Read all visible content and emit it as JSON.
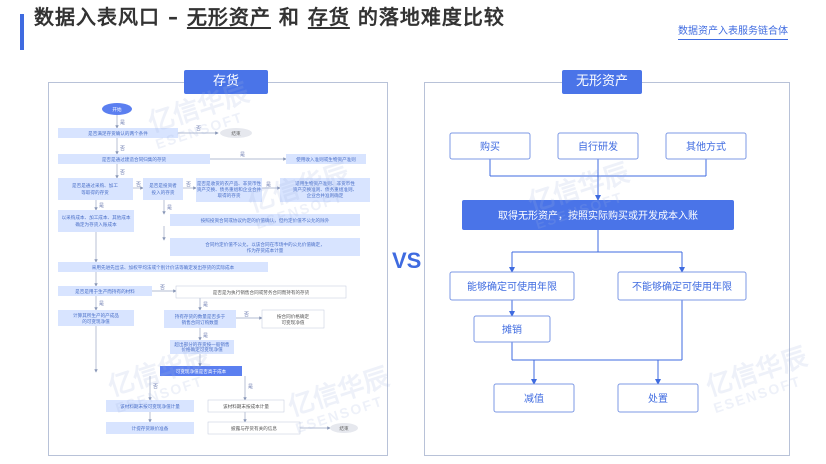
{
  "header": {
    "title_part1": "数据入表风口 – ",
    "title_intangible": "无形资产",
    "title_and": " 和 ",
    "title_inventory": "存货",
    "title_part2": " 的落地难度比较",
    "brand": "数据资产入表服务链合体"
  },
  "watermark": {
    "cn": "亿信华辰",
    "en": "ESENSOFT"
  },
  "vs": "VS",
  "inventory": {
    "title": "存货",
    "start": "开始",
    "end": "结束",
    "yes": "是",
    "no": "否",
    "q1": "是否满足存货确认的两个条件",
    "q2": "是否是通过建造合同归集的存货",
    "q2_yes": "使用收入准则或生物资产准则",
    "q3": "是否是通过采购、加工等取得的存货",
    "q4": "是否是投资者投入的存货",
    "q5": "是否是收货的农产品、非货币性资产交换、债务重组和企业合并取得的存货",
    "q5_yes": "适用生物资产准则、非货币性资产交换准则、债务重组准则、企业合并准则确定",
    "purchase": "以采购成本、加工成本、其他成本确定为存货入账成本",
    "contract": "按照投资合同或协议约定的价值确认，但约定价值不公允的除外",
    "fair": "合同约定价值不公允，以该合同在市场中的公允价值确定，作为存货成本计量",
    "cost_method": "采用先进先出法、加权平均法或个别计价法等确定发出存货的实际成本",
    "q6": "是否是用于生产而持有的材料",
    "q7": "是否是为执行销售合同或劳务合同而持有的存货",
    "calc": "计算其所生产的产成品的可变现净值",
    "q8": "持有存货的数量是否多于销售合同订购数量",
    "contract_price": "按合同价格确定可变现净值",
    "excess": "超出部分的存货按一般销售价格确定可变现净值",
    "q9": "可变现净值是否高于成本",
    "cost_measure": "该材料期末按成本计量",
    "nrv_measure": "该材料期末按可变现净值计量",
    "provision": "计提存货跌价准备",
    "disclose": "披露与存货有关的信息"
  },
  "intangible": {
    "title": "无形资产",
    "buy": "购买",
    "self": "自行研发",
    "other": "其他方式",
    "main": "取得无形资产，按照实际购买或开发成本入账",
    "definite": "能够确定可使用年限",
    "indefinite": "不能够确定可使用年限",
    "amortize": "摊销",
    "impair": "减值",
    "dispose": "处置"
  },
  "colors": {
    "accent": "#3f6be0",
    "node": "#d8e4ff",
    "node_text": "#4a6fc8",
    "box_border": "#7c98e4"
  }
}
